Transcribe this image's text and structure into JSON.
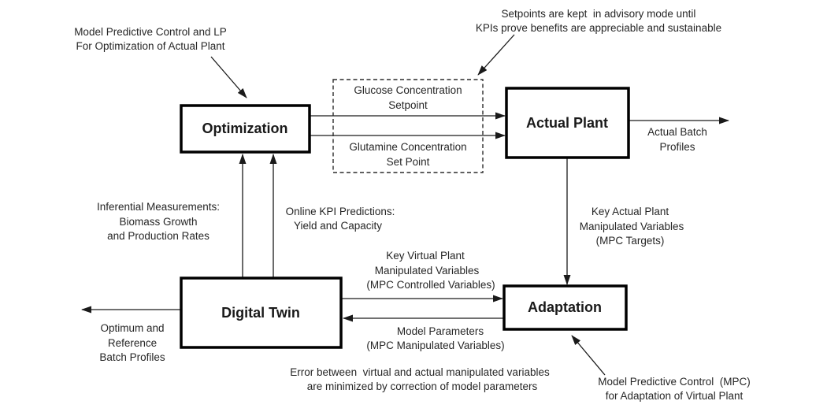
{
  "diagram": {
    "title_meaning": "Digital twin based MPC architecture diagram",
    "colors": {
      "line": "#1a1a1a",
      "text": "#262626",
      "box_border": "#000000",
      "background": "#ffffff"
    },
    "nodes": {
      "optimization": {
        "label": "Optimization"
      },
      "actual_plant": {
        "label": "Actual Plant"
      },
      "digital_twin": {
        "label": "Digital Twin"
      },
      "adaptation": {
        "label": "Adaptation"
      }
    },
    "setpoints_box": {
      "glucose": {
        "l1": "Glucose Concentration",
        "l2": "Setpoint"
      },
      "glutamine": {
        "l1": "Glutamine Concentration",
        "l2": "Set Point"
      }
    },
    "labels": {
      "mpc_lp_note": {
        "l1": "Model Predictive Control and LP",
        "l2": "For Optimization of Actual Plant"
      },
      "advisory_note": {
        "l1": "Setpoints are kept  in advisory mode until",
        "l2": "KPIs prove benefits are appreciable and sustainable"
      },
      "actual_batch": {
        "l1": "Actual Batch",
        "l2": "Profiles"
      },
      "inferential": {
        "l1": "Inferential Measurements:",
        "l2": "Biomass Growth",
        "l3": "and Production Rates"
      },
      "online_kpi": {
        "l1": "Online KPI Predictions:",
        "l2": "Yield and Capacity"
      },
      "key_actual": {
        "l1": "Key Actual Plant",
        "l2": "Manipulated Variables",
        "l3": "(MPC Targets)"
      },
      "key_virtual": {
        "l1": "Key Virtual Plant",
        "l2": "Manipulated Variables",
        "l3": "(MPC Controlled Variables)"
      },
      "model_params": {
        "l1": "Model Parameters",
        "l2": "(MPC Manipulated Variables)"
      },
      "error_note": {
        "l1": "Error between  virtual and actual manipulated variables",
        "l2": "are minimized by correction of model parameters"
      },
      "optimum": {
        "l1": "Optimum and",
        "l2": "Reference",
        "l3": "Batch Profiles"
      },
      "mpc_adapt_note": {
        "l1": "Model Predictive Control  (MPC)",
        "l2": "for Adaptation of Virtual Plant"
      }
    }
  }
}
